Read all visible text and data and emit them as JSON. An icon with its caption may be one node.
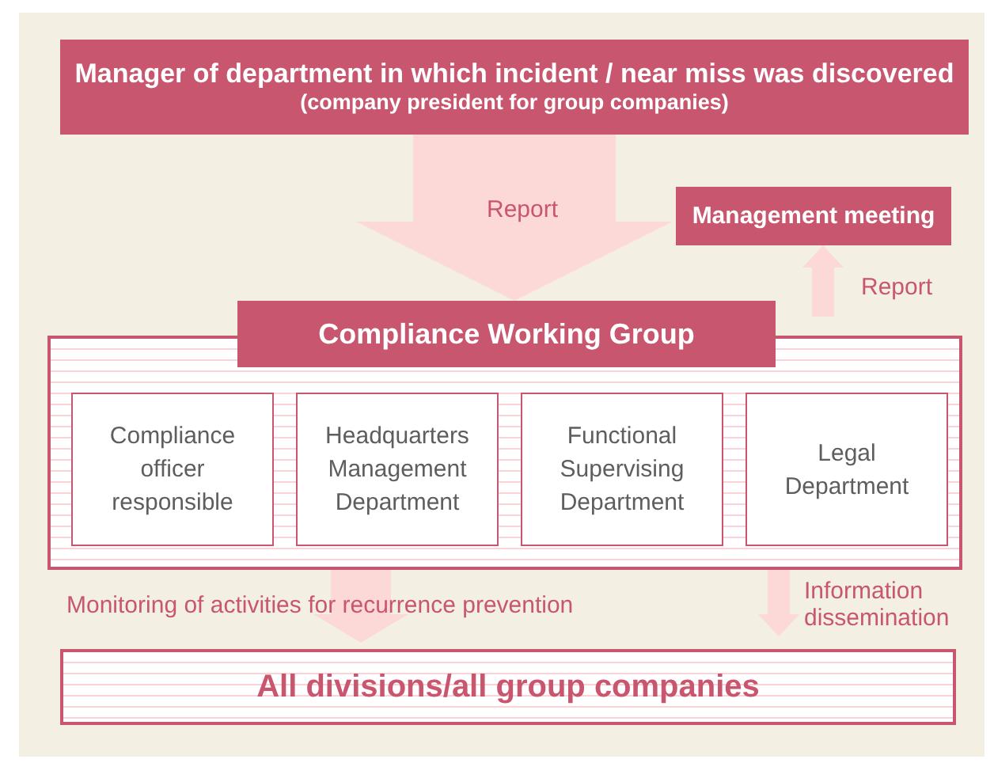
{
  "diagram": {
    "nodes": [
      {
        "text": [
          "Manager of department in which incident / near miss was discovered",
          "(company president for group companies)"
        ]
      },
      {
        "text": [
          "Management meeting"
        ]
      },
      {
        "text": [
          "Compliance Working Group"
        ]
      },
      {
        "text": [
          "Compliance officer responsible"
        ],
        "in": 2
      },
      {
        "text": [
          "Headquarters Management Department"
        ],
        "in": 2
      },
      {
        "text": [
          "Functional Supervising Department"
        ],
        "in": 2
      },
      {
        "text": [
          "Legal Department"
        ],
        "in": 2
      },
      {
        "text": [
          "All divisions/all group companies"
        ]
      }
    ],
    "edges": [
      {
        "from": 0,
        "to": 2,
        "arrow": "to",
        "label": "Report",
        "style": "thick"
      },
      {
        "from": 2,
        "to": 1,
        "arrow": "to",
        "label": "Report"
      },
      {
        "from": 2,
        "to": 7,
        "arrow": "to",
        "label": "Monitoring of activities for recurrence prevention",
        "style": "thick"
      },
      {
        "from": 2,
        "to": 7,
        "arrow": "to",
        "label": "Information dissemination"
      }
    ]
  }
}
